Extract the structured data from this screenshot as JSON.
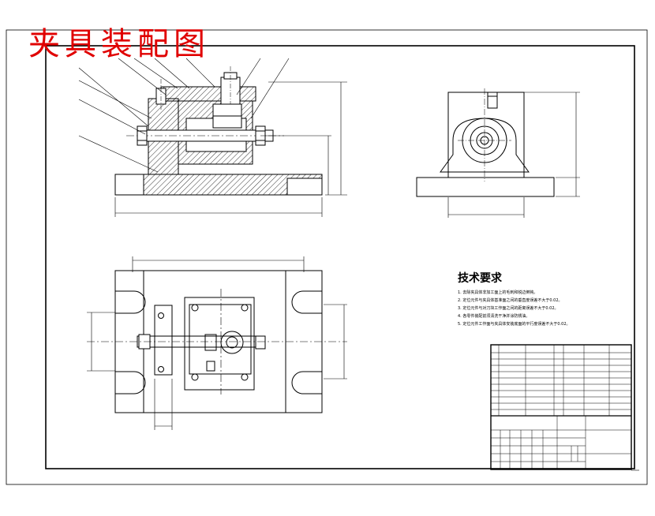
{
  "drawing": {
    "title": "夹具装配图",
    "tech_requirements": {
      "heading": "技术要求",
      "items": [
        "1. 去除夹具体非加工面上的毛刺和锐边倒钝。",
        "2. 定位元件与夹具体基准面之间的垂直度误差不大于0.02。",
        "3. 定位元件与对刀块工作面之间的距离误差不大于0.02。",
        "4. 各零件装配前须清洗干净并涂防锈油。",
        "5. 定位元件工作面与夹具体安装底面的平行度误差不大于0.02。"
      ]
    },
    "colors": {
      "title_red": "#e00000",
      "line": "#000000",
      "background": "#ffffff"
    }
  }
}
